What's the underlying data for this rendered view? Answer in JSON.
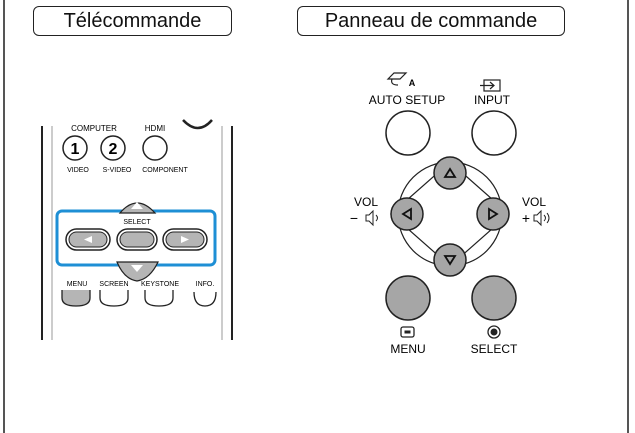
{
  "tabs": {
    "remote": "Télécommande",
    "panel": "Panneau de commande"
  },
  "remote": {
    "labels": {
      "computer": "COMPUTER",
      "hdmi": "HDMI",
      "video": "VIDEO",
      "svideo": "S-VIDEO",
      "component": "COMPONENT",
      "select": "SELECT",
      "menu": "MENU",
      "screen": "SCREEN",
      "keystone": "KEYSTONE",
      "info": "INFO."
    },
    "keys": {
      "one": "1",
      "two": "2"
    },
    "highlight_color": "#1e8fd5"
  },
  "panel": {
    "auto_setup": "AUTO SETUP",
    "auto_setup_icon_letter": "A",
    "input": "INPUT",
    "vol_left": "VOL",
    "vol_left_sign": "−",
    "vol_right": "VOL",
    "vol_right_sign": "+",
    "menu": "MENU",
    "select": "SELECT",
    "button_fill": "#a6a6a6"
  }
}
